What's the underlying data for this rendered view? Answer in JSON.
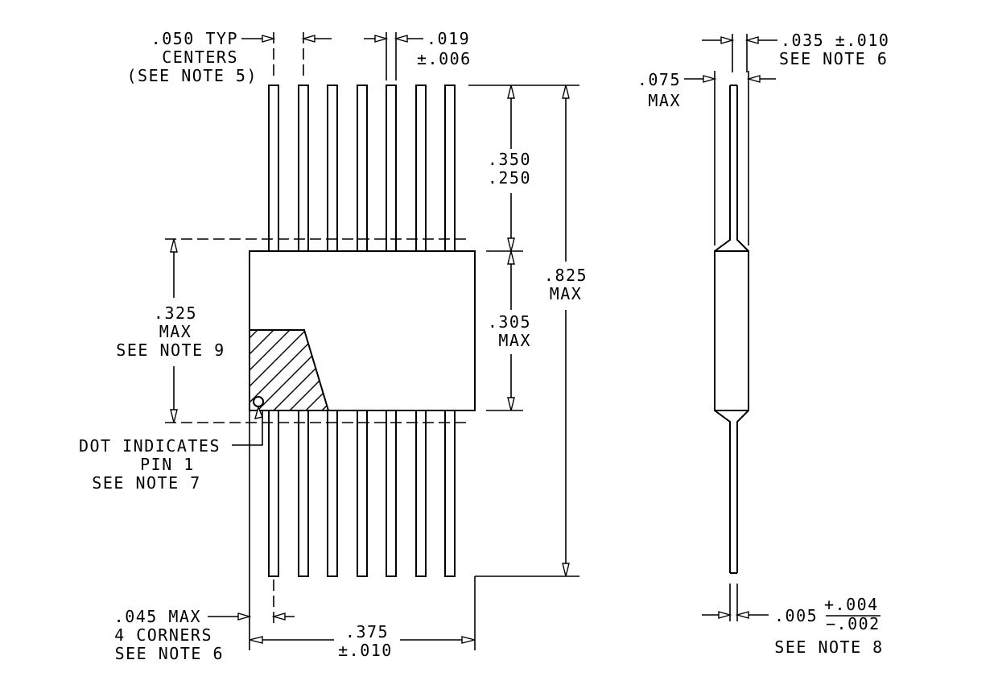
{
  "labels": {
    "pitch": [
      ".050 TYP",
      "CENTERS",
      "(SEE NOTE 5)"
    ],
    "lead_width": [
      ".019",
      "±.006"
    ],
    "lead_length": [
      ".350",
      ".250"
    ],
    "body_width": [
      ".325",
      "MAX",
      "SEE NOTE 9"
    ],
    "body_length": [
      ".305",
      "MAX"
    ],
    "overall_length": [
      ".825",
      "MAX"
    ],
    "pin1": [
      "DOT INDICATES",
      "PIN 1",
      "SEE NOTE 7"
    ],
    "corners": [
      ".045 MAX",
      "4 CORNERS",
      "SEE NOTE 6"
    ],
    "lead_span": [
      ".375",
      "±.010"
    ],
    "side_lead_thickness": [
      ".035 ±.010",
      "SEE NOTE 6"
    ],
    "side_max": [
      ".075",
      "MAX"
    ],
    "lead_tolerance_base": ".005",
    "lead_tolerance_plus": "+.004",
    "lead_tolerance_minus": "−.002",
    "note8": "SEE NOTE 8"
  }
}
